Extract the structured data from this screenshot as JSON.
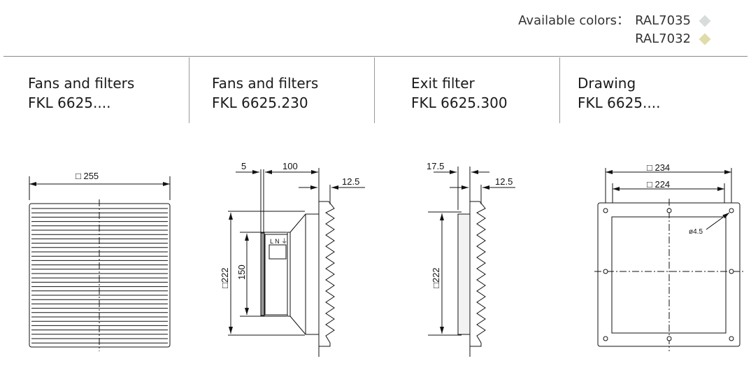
{
  "colors": {
    "label": "Available colors：",
    "items": [
      {
        "name": "RAL7035",
        "hex": "#d8dcdc"
      },
      {
        "name": "RAL7032",
        "hex": "#e0dcaa"
      }
    ]
  },
  "columns": [
    {
      "title": "Fans and filters",
      "model": "FKL 6625...."
    },
    {
      "title": "Fans and filters",
      "model": "FKL 6625.230"
    },
    {
      "title": "Exit filter",
      "model": "FKL 6625.300"
    },
    {
      "title": "Drawing",
      "model": "FKL 6625...."
    }
  ],
  "dims": {
    "front": {
      "width": "□ 255"
    },
    "fan": {
      "d5": "5",
      "d100": "100",
      "d12": "12.5",
      "h150": "150",
      "h222": "□222",
      "terminal": "L N ⏚"
    },
    "exit": {
      "d17": "17.5",
      "d12": "12.5",
      "h222": "□222"
    },
    "drawing": {
      "w234": "□ 234",
      "w224": "□ 224",
      "hole": "ø4.5"
    }
  }
}
